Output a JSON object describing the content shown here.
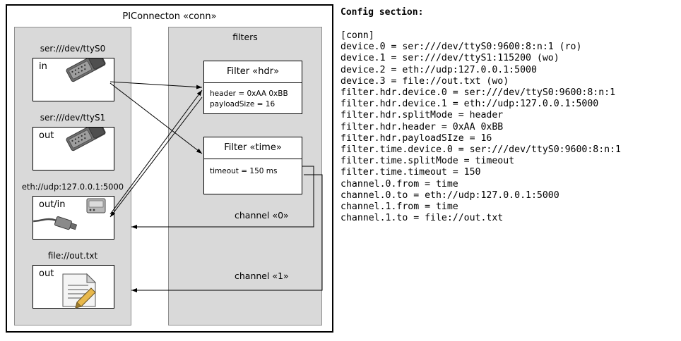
{
  "diagram": {
    "title": "PIConnecton «conn»",
    "groups": {
      "filters_title": "filters"
    },
    "devices": [
      {
        "label": "ser:///dev/ttyS0",
        "dir": "in",
        "icon": "serial-port-icon"
      },
      {
        "label": "ser:///dev/ttyS1",
        "dir": "out",
        "icon": "serial-port-icon"
      },
      {
        "label": "eth://udp:127.0.0.1:5000",
        "dir": "out/in",
        "icon": "network-icon"
      },
      {
        "label": "file://out.txt",
        "dir": "out",
        "icon": "text-file-icon"
      }
    ],
    "filters": [
      {
        "title": "Filter «hdr»",
        "lines": [
          "header = 0xAA 0xBB",
          "payloadSize = 16"
        ]
      },
      {
        "title": "Filter «time»",
        "lines": [
          "timeout = 150 ms"
        ]
      }
    ],
    "channels": [
      {
        "label": "channel «0»"
      },
      {
        "label": "channel «1»"
      }
    ]
  },
  "config": {
    "heading": "Config section:",
    "text": "[conn]\ndevice.0 = ser:///dev/ttyS0:9600:8:n:1 (ro)\ndevice.1 = ser:///dev/ttyS1:115200 (wo)\ndevice.2 = eth://udp:127.0.0.1:5000\ndevice.3 = file://out.txt (wo)\nfilter.hdr.device.0 = ser:///dev/ttyS0:9600:8:n:1\nfilter.hdr.device.1 = eth://udp:127.0.0.1:5000\nfilter.hdr.splitMode = header\nfilter.hdr.header = 0xAA 0xBB\nfilter.hdr.payloadSIze = 16\nfilter.time.device.0 = ser:///dev/ttyS0:9600:8:n:1\nfilter.time.splitMode = timeout\nfilter.time.timeout = 150\nchannel.0.from = time\nchannel.0.to = eth://udp:127.0.0.1:5000\nchannel.1.from = time\nchannel.1.to = file://out.txt"
  },
  "colors": {
    "group_fill": "#d9d9d9",
    "box_fill": "#ffffff",
    "line": "#000000"
  }
}
